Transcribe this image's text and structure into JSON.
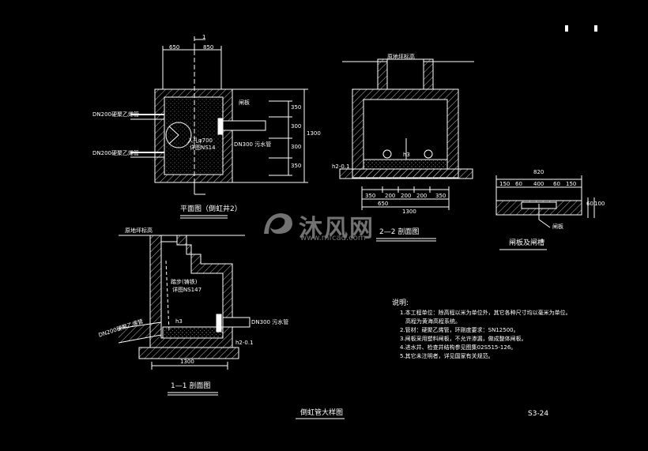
{
  "title_block": {
    "drawing_title": "倒虹管大样图",
    "sheet_number": "S3-24"
  },
  "plan_view": {
    "title": "平面图（倒虹井2）",
    "dims_top": [
      "650",
      "850"
    ],
    "dims_right": [
      "350",
      "300",
      "300",
      "350"
    ],
    "dim_total": "1300",
    "label_gate": "闸板",
    "label_inlet_1": "DN200硬聚乙烯管",
    "label_inlet_2": "DN200硬聚乙烯管",
    "label_outlet": "DN300 污水管",
    "label_manhole": "入孔φ700",
    "label_ref": "详图NS14",
    "section_mark": "1"
  },
  "section_22": {
    "title": "2—2 剖面图",
    "ground": "原地坪标高",
    "dims_bottom": [
      "350",
      "200",
      "200",
      "200",
      "350"
    ],
    "dims_sub": [
      "650",
      "1300"
    ],
    "label_h": "h3",
    "label_h2": "h2-0.1"
  },
  "section_11": {
    "title": "1—1 剖面图",
    "ground": "原地坪标高",
    "label_ladder": "踏步(铸铁)",
    "label_ref": "详图NS147",
    "label_inlet": "DN200硬聚乙烯管",
    "label_outlet": "DN300 污水管",
    "label_h": "h3",
    "label_h2": "h2-0.1",
    "dim_bottom": "1300"
  },
  "gate_detail": {
    "title": "闸板及闸槽",
    "dim_total": "820",
    "dims": [
      "150",
      "60",
      "400",
      "60",
      "150"
    ],
    "dims_side": [
      "60",
      "100"
    ],
    "label_gate": "闸板"
  },
  "notes": {
    "heading": "说明:",
    "items": [
      "1.本工程单位：除高程以米为单位外，其它各种尺寸均以毫米为单位。",
      "　高程为黄海高程系统。",
      "2.管材：硬聚乙烯管，环刚度要求：SN12500。",
      "3.闸板采用塑料闸板，不允许渗漏，做成整体闸板。",
      "4.进水井、检查井结构参见图集02S515-126。",
      "5.其它未注明者，详见国家有关规范。"
    ]
  },
  "watermark": {
    "brand": "沐风网",
    "url": "www.mfcad.com"
  }
}
